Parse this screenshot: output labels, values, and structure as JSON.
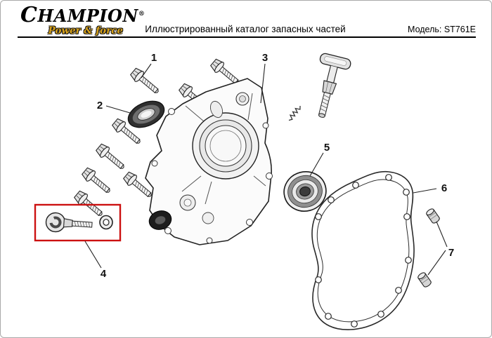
{
  "header": {
    "logo_text": "CHAMPION",
    "logo_reg": "®",
    "tagline": "Power & force",
    "title": "Иллюстрированный каталог запасных частей",
    "model_label": "Модель: ST761E"
  },
  "diagram": {
    "description_visible_parts": "exploded view of crankcase cover assembly",
    "callouts": [
      {
        "label": "1"
      },
      {
        "label": "2"
      },
      {
        "label": "3"
      },
      {
        "label": "4"
      },
      {
        "label": "5"
      },
      {
        "label": "6"
      },
      {
        "label": "7"
      }
    ],
    "highlighted_callout": "4"
  },
  "colors": {
    "tagline_gold": "#d8a21a",
    "highlight_red": "#cc1111",
    "line_black": "#222222"
  }
}
